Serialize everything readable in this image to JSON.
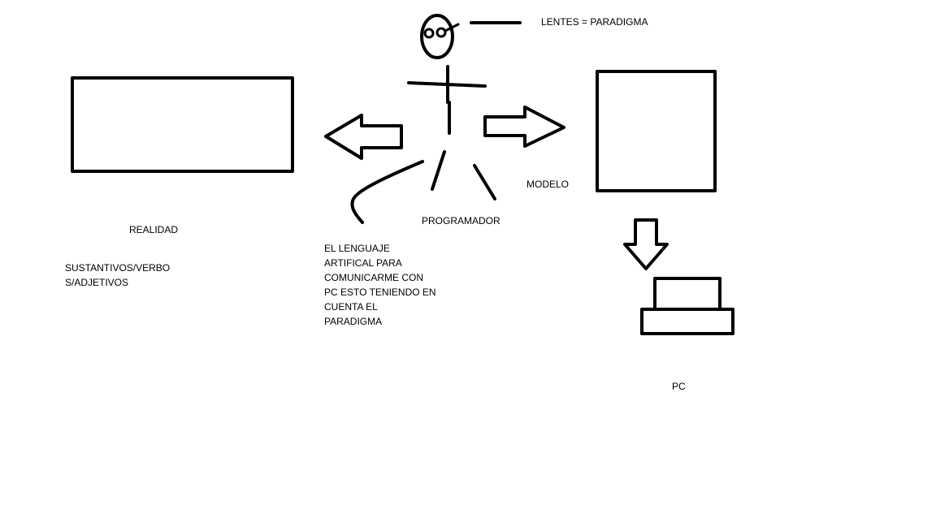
{
  "labels": {
    "lentes": "LENTES = PARADIGMA",
    "modelo": "MODELO",
    "programador": "PROGRAMADOR",
    "realidad": "REALIDAD",
    "sustantivos": "SUSTANTIVOS/VERBO\nS/ADJETIVOS",
    "lenguaje": "EL LENGUAJE\nARTIFICAL PARA\nCOMUNICARME CON\nPC ESTO TENIENDO EN\nCUENTA EL\nPARADIGMA",
    "pc": "PC"
  },
  "colors": {
    "stroke": "#000000",
    "background": "#ffffff"
  }
}
